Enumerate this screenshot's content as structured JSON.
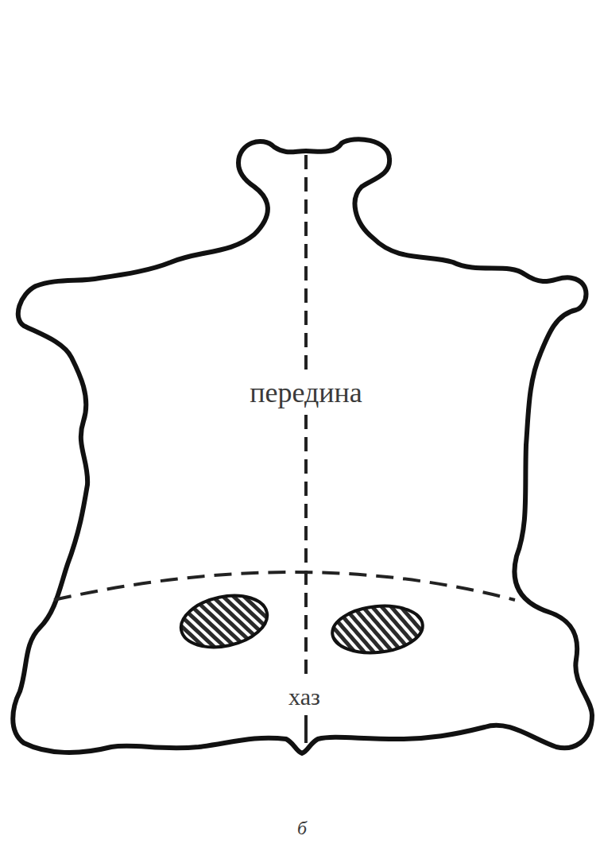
{
  "diagram": {
    "labels": [
      "передина",
      "хаз",
      "б"
    ]
  }
}
